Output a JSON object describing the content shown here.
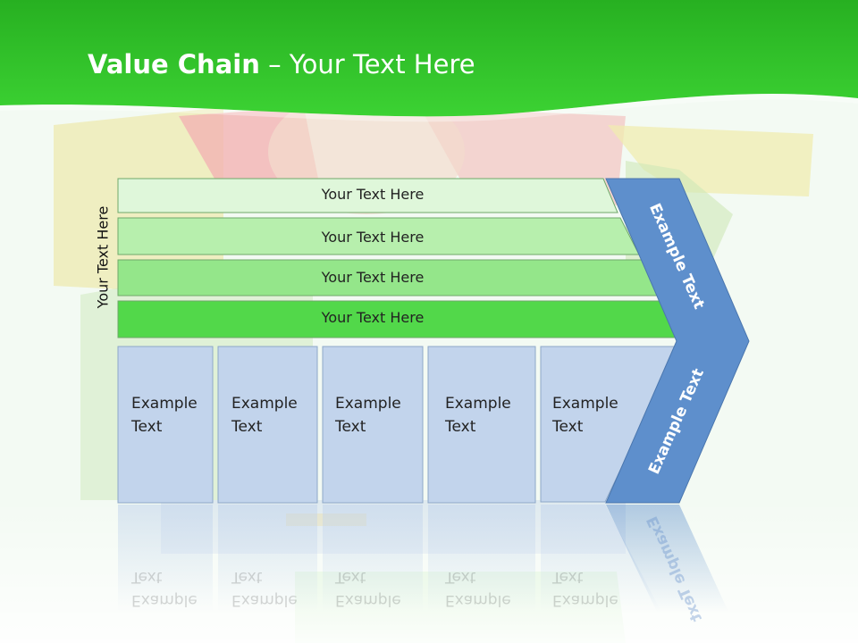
{
  "slide": {
    "title_bold": "Value Chain",
    "title_rest": " – Your Text Here",
    "side_label": "Your Text Here"
  },
  "bands": [
    {
      "label": "Your Text Here"
    },
    {
      "label": "Your Text Here"
    },
    {
      "label": "Your Text Here"
    },
    {
      "label": "Your Text Here"
    }
  ],
  "columns": [
    {
      "label": "Example\nText"
    },
    {
      "label": "Example\nText"
    },
    {
      "label": "Example\nText"
    },
    {
      "label": "Example\nText"
    },
    {
      "label": "Example\nText"
    }
  ],
  "arrow": {
    "upper_label": "Example Text",
    "lower_label": "Example Text"
  },
  "colors": {
    "header_green": "#34c52c",
    "band_1": "#dff7da",
    "band_2": "#b7efad",
    "band_3": "#94e68a",
    "band_4": "#52d84a",
    "column_fill": "#c2d4ec",
    "arrow_fill": "#5e8fcc"
  }
}
